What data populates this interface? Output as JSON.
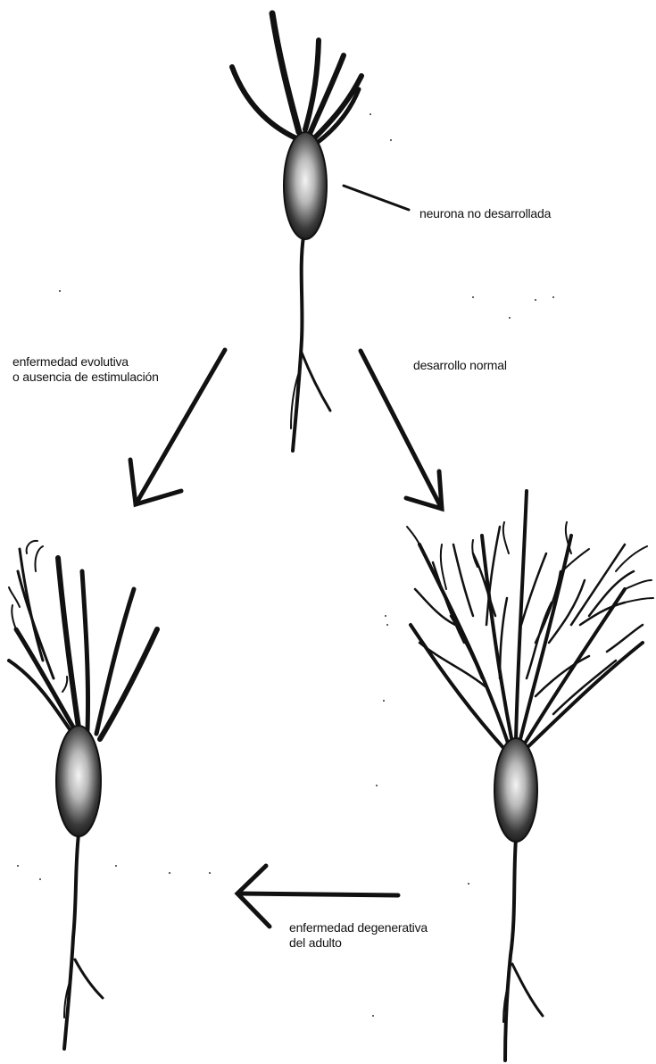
{
  "labels": {
    "undeveloped_neuron": "neurona no desarrollada",
    "evolutive_disease_line1": "enfermedad evolutiva",
    "evolutive_disease_line2": "o ausencia de estimulación",
    "normal_development": "desarrollo normal",
    "degenerative_disease_line1": "enfermedad degenerativa",
    "degenerative_disease_line2": "del adulto"
  },
  "colors": {
    "ink": "#111111",
    "background": "#ffffff",
    "soma_highlight": "#f2f2f2"
  }
}
